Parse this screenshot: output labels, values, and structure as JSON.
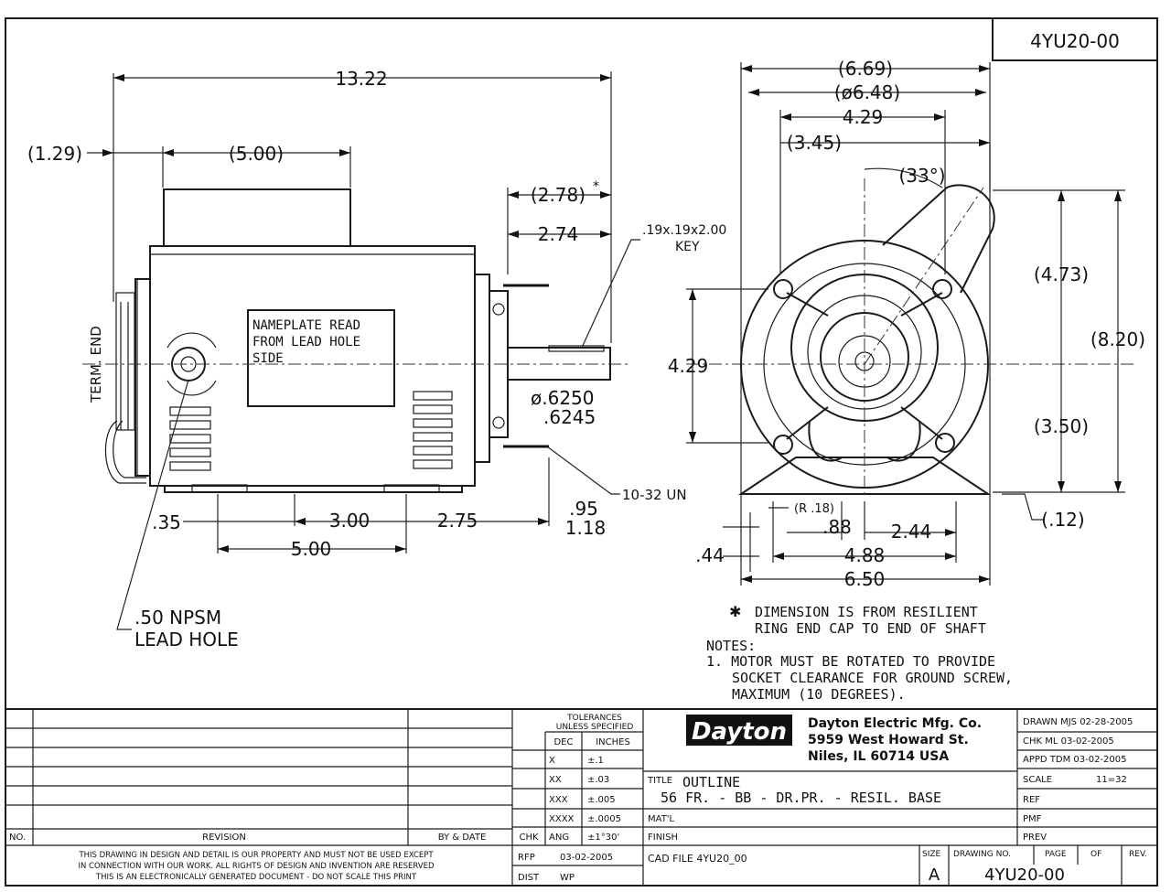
{
  "drawing_id_top": "4YU20-00",
  "side_view": {
    "overall": "13.22",
    "term_offset": "(1.29)",
    "frame_len": "(5.00)",
    "shaft_resil": "(2.78)",
    "star": "*",
    "shaft_len": "2.74",
    "key": ".19x.19x2.00",
    "key_label": "KEY",
    "nameplate": [
      "NAMEPLATE READ",
      "FROM LEAD HOLE",
      "SIDE"
    ],
    "term_end": "TERM. END",
    "dia_top": "ø.6250",
    "dia_bot": ".6245",
    "thread": "10-32 UN",
    "d035": ".35",
    "d300": "3.00",
    "d275": "2.75",
    "d095": ".95",
    "d118": "1.18",
    "d500": "5.00",
    "lead_hole": [
      ".50 NPSM",
      "LEAD HOLE"
    ]
  },
  "end_view": {
    "d669": "(6.69)",
    "d648": "(ø6.48)",
    "d429t": "4.29",
    "d345": "(3.45)",
    "angle": "(33°)",
    "d473": "(4.73)",
    "d820": "(8.20)",
    "d429l": "4.29",
    "d350": "(3.50)",
    "r018": "(R .18)",
    "d088": ".88",
    "d244": "2.44",
    "d012": "(.12)",
    "d044": ".44",
    "d488": "4.88",
    "d650": "6.50"
  },
  "notes": {
    "star_note": [
      "DIMENSION IS FROM RESILIENT",
      "RING END CAP TO END OF SHAFT"
    ],
    "header": "NOTES:",
    "n1": [
      "1. MOTOR MUST BE ROTATED TO PROVIDE",
      "SOCKET CLEARANCE FOR GROUND SCREW,",
      "MAXIMUM (10 DEGREES)."
    ]
  },
  "title_block": {
    "no": "NO.",
    "revision": "REVISION",
    "by_date": "BY & DATE",
    "chk": "CHK",
    "tol_head": [
      "TOLERANCES",
      "UNLESS SPECIFIED"
    ],
    "tol_cols": [
      "DEC",
      "INCHES"
    ],
    "tol_rows": [
      [
        "X",
        "±.1"
      ],
      [
        "XX",
        "±.03"
      ],
      [
        "XXX",
        "±.005"
      ],
      [
        "XXXX",
        "±.0005"
      ],
      [
        "ANG",
        "±1°30'"
      ]
    ],
    "brand": "Dayton",
    "company": [
      "Dayton Electric Mfg. Co.",
      "5959 West Howard St.",
      "Niles, IL 60714  USA"
    ],
    "drawn": "DRAWN MJS 02-28-2005",
    "chk_line": "CHK    ML   03-02-2005",
    "appd": "APPD  TDM 03-02-2005",
    "scale_lbl": "SCALE",
    "scale_val": "11=32",
    "ref": "REF",
    "pmf": "PMF",
    "prev": "PREV",
    "title_lbl": "TITLE",
    "title_1": "OUTLINE",
    "title_2": "56 FR. - BB - DR.PR. - RESIL. BASE",
    "matl": "MAT'L",
    "finish": "FINISH",
    "rfp_lbl": "RFP",
    "rfp_val": "03-02-2005",
    "dist_lbl": "DIST",
    "dist_val": "WP",
    "cad_file": "CAD FILE  4YU20_00",
    "size_lbl": "SIZE",
    "size_val": "A",
    "drawing_no_lbl": "DRAWING NO.",
    "page_lbl": "PAGE",
    "of_lbl": "OF",
    "rev_lbl": "REV.",
    "drawing_no": "4YU20-00",
    "disclaimer": [
      "THIS DRAWING IN DESIGN AND DETAIL IS OUR PROPERTY AND MUST NOT BE USED EXCEPT",
      "IN CONNECTION WITH OUR WORK. ALL RIGHTS OF DESIGN AND INVENTION ARE RESERVED",
      "THIS IS AN ELECTRONICALLY GENERATED DOCUMENT - DO NOT SCALE THIS PRINT"
    ]
  }
}
